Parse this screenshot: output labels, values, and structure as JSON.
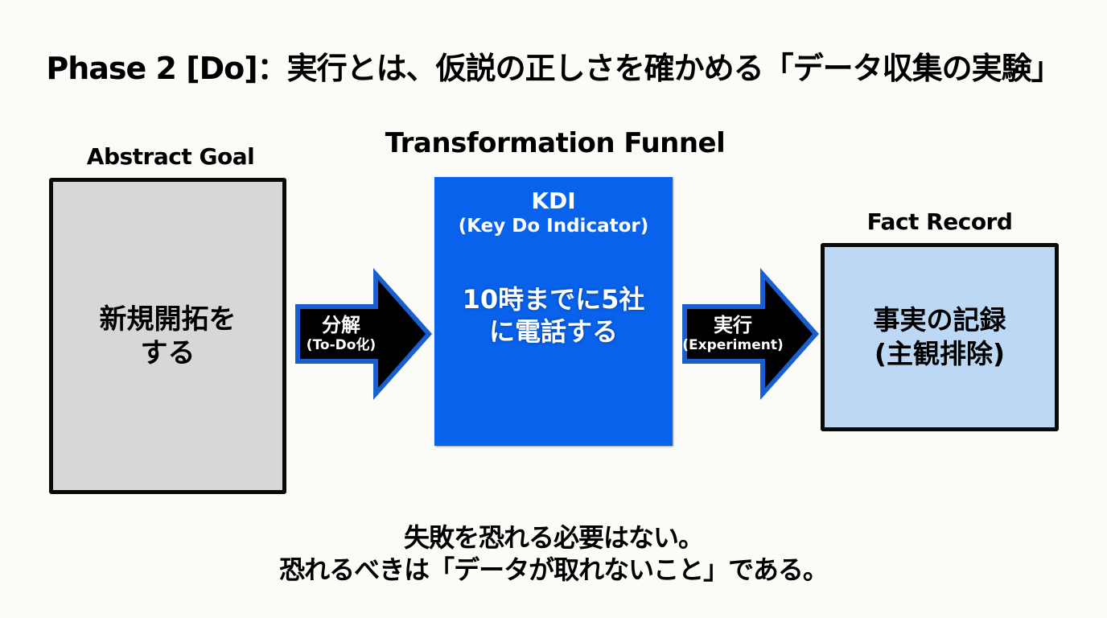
{
  "title": "Phase 2 [Do]：実行とは、仮説の正しさを確かめる「データ収集の実験」",
  "funnel": {
    "label": "Transformation Funnel"
  },
  "abstract_goal": {
    "label": "Abstract Goal",
    "line1": "新規開拓を",
    "line2": "する"
  },
  "arrow_decompose": {
    "main": "分解",
    "sub": "(To-Do化)"
  },
  "kdi": {
    "title": "KDI",
    "subtitle": "(Key Do Indicator)",
    "line1": "10時までに5社",
    "line2": "に電話する"
  },
  "arrow_execute": {
    "main": "実行",
    "sub": "(Experiment)"
  },
  "fact_record": {
    "label": "Fact Record",
    "line1": "事実の記録",
    "line2": "(主観排除)"
  },
  "footer": {
    "line1": "失敗を恐れる必要はない。",
    "line2": "恐れるべきは「データが取れないこと」である。"
  },
  "colors": {
    "background": "#fbfbf8",
    "goal_fill": "#d7d7d7",
    "kdi_fill": "#0862ec",
    "fact_fill": "#bcd8f4",
    "arrow_fill": "#000000",
    "arrow_outline": "#1a5fd0",
    "border": "#0a0a0a"
  }
}
